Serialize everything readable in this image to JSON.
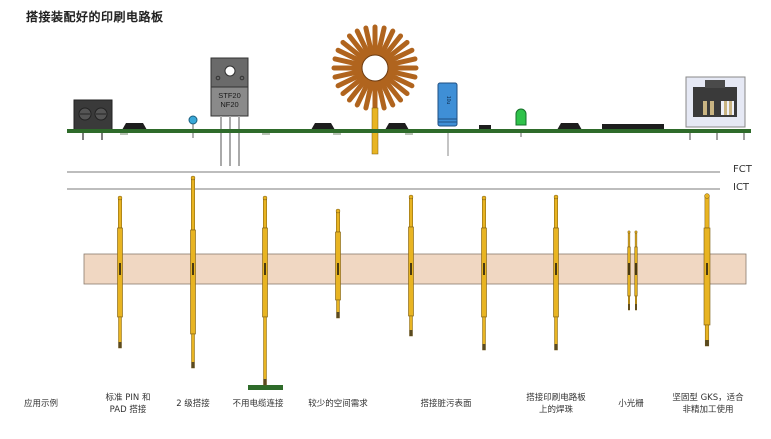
{
  "title": "搭接装配好的印刷电路板",
  "levels": {
    "fct": "FCT",
    "ict": "ICT"
  },
  "board_component": {
    "transistor_line1": "STF20",
    "transistor_line2": "NF20"
  },
  "labels": [
    {
      "id": "example",
      "text": "应用示例"
    },
    {
      "id": "std-pin-pad",
      "text": "标准 PIN 和\nPAD 搭接"
    },
    {
      "id": "two-stage",
      "text": "2 级搭接"
    },
    {
      "id": "no-cable",
      "text": "不用电缆连接"
    },
    {
      "id": "less-space",
      "text": "较少的空间需求"
    },
    {
      "id": "dirty-surface",
      "text": "搭接脏污表面"
    },
    {
      "id": "solder-joint",
      "text": "搭接印刷电路板\n上的焊珠"
    },
    {
      "id": "small-grid",
      "text": "小光栅"
    },
    {
      "id": "gks-rugged",
      "text": "坚固型 GKS，适合\n非精加工使用"
    }
  ],
  "colors": {
    "pcb": "#2e6b2a",
    "probe": "#e8b422",
    "probe_dark": "#7a5a10",
    "plate": "#f0d7c2",
    "line": "#bdbdbd",
    "capacitor": "#3f8fd6",
    "led": "#2fc24a",
    "coil": "#b0641e"
  }
}
